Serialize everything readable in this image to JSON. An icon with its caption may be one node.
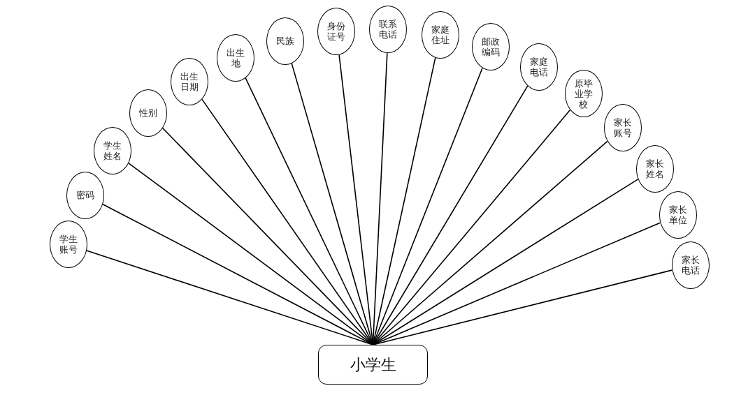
{
  "diagram": {
    "nodes": [
      {
        "text": [
          "学生账号"
        ]
      },
      {
        "text": [
          "密码"
        ]
      },
      {
        "text": [
          "学生姓名"
        ]
      },
      {
        "text": [
          "性别"
        ]
      },
      {
        "text": [
          "出生日期"
        ]
      },
      {
        "text": [
          "出生地"
        ]
      },
      {
        "text": [
          "民族"
        ]
      },
      {
        "text": [
          "身份证号"
        ]
      },
      {
        "text": [
          "联系电话"
        ]
      },
      {
        "text": [
          "家庭住址"
        ]
      },
      {
        "text": [
          "邮政编码"
        ]
      },
      {
        "text": [
          "家庭电话"
        ]
      },
      {
        "text": [
          "原毕业学校"
        ]
      },
      {
        "text": [
          "家长账号"
        ]
      },
      {
        "text": [
          "家长姓名"
        ]
      },
      {
        "text": [
          "家长单位"
        ]
      },
      {
        "text": [
          "家长电话"
        ]
      },
      {
        "text": [
          "小学生"
        ]
      }
    ],
    "edges": [
      {
        "from": 17,
        "to": 0,
        "arrow": "none"
      },
      {
        "from": 17,
        "to": 1,
        "arrow": "none"
      },
      {
        "from": 17,
        "to": 2,
        "arrow": "none"
      },
      {
        "from": 17,
        "to": 3,
        "arrow": "none"
      },
      {
        "from": 17,
        "to": 4,
        "arrow": "none"
      },
      {
        "from": 17,
        "to": 5,
        "arrow": "none"
      },
      {
        "from": 17,
        "to": 6,
        "arrow": "none"
      },
      {
        "from": 17,
        "to": 7,
        "arrow": "none"
      },
      {
        "from": 17,
        "to": 8,
        "arrow": "none"
      },
      {
        "from": 17,
        "to": 9,
        "arrow": "none"
      },
      {
        "from": 17,
        "to": 10,
        "arrow": "none"
      },
      {
        "from": 17,
        "to": 11,
        "arrow": "none"
      },
      {
        "from": 17,
        "to": 12,
        "arrow": "none"
      },
      {
        "from": 17,
        "to": 13,
        "arrow": "none"
      },
      {
        "from": 17,
        "to": 14,
        "arrow": "none"
      },
      {
        "from": 17,
        "to": 15,
        "arrow": "none"
      },
      {
        "from": 17,
        "to": 16,
        "arrow": "none"
      }
    ]
  }
}
